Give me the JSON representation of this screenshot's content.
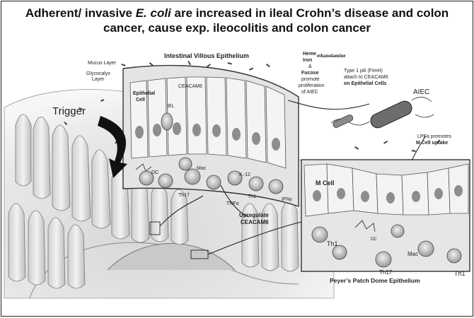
{
  "title": {
    "line1_pre": "Adherent/ invasive ",
    "line1_em": "E. coli",
    "line1_post": " are increased in ileal Crohn’s disease and colon",
    "line2": "cancer, cause exp. ileocolitis and colon cancer"
  },
  "labels": {
    "mucus_layer": "Mucus Layer",
    "glycocalyx_layer_1": "Glycocalyx",
    "glycocalyx_layer_2": "Layer",
    "intestinal_villous_epithelium": "Intestinal Villous Epithelium",
    "heme_1": "Heme",
    "heme_2": "Iron",
    "heme_3": "&",
    "heme_4": "Fucose",
    "heme_5": "promote",
    "heme_6": "proliferation",
    "heme_7": "of AIEC",
    "ethanolamine": "ethanolamine",
    "ceacam6": "CEACAM6",
    "epithelial_cell_1": "Epithelial",
    "epithelial_cell_2": "Cell",
    "iel": "IEL",
    "trigger": "Trigger",
    "type1_pili_1": "Type 1 pili (FimH)",
    "type1_pili_2": "attach to CEACAM6",
    "type1_pili_3": "on Epithelial Cells",
    "aiec": "AIEC",
    "lpfa_1": "LPFa promotes",
    "lpfa_2": "M Cell uptake",
    "dc_upper": "DC",
    "mac_upper": "Mac",
    "il12": "IL-12",
    "th17_upper": "Th17",
    "th1_upper": "Th1",
    "tnfa": "TNFα",
    "ifng": "IFNγ",
    "upregulate_1": "Upregulate",
    "upregulate_2": "CEACAM6",
    "m_cell": "M Cell",
    "dc_lower": "DC",
    "th1_lower_left": "Th1",
    "mac_lower": "Mac",
    "th17_lower": "Th17",
    "th1_lower_right": "Th1",
    "peyers_patch": "Peyer’s Patch Dome Epithelium"
  }
}
